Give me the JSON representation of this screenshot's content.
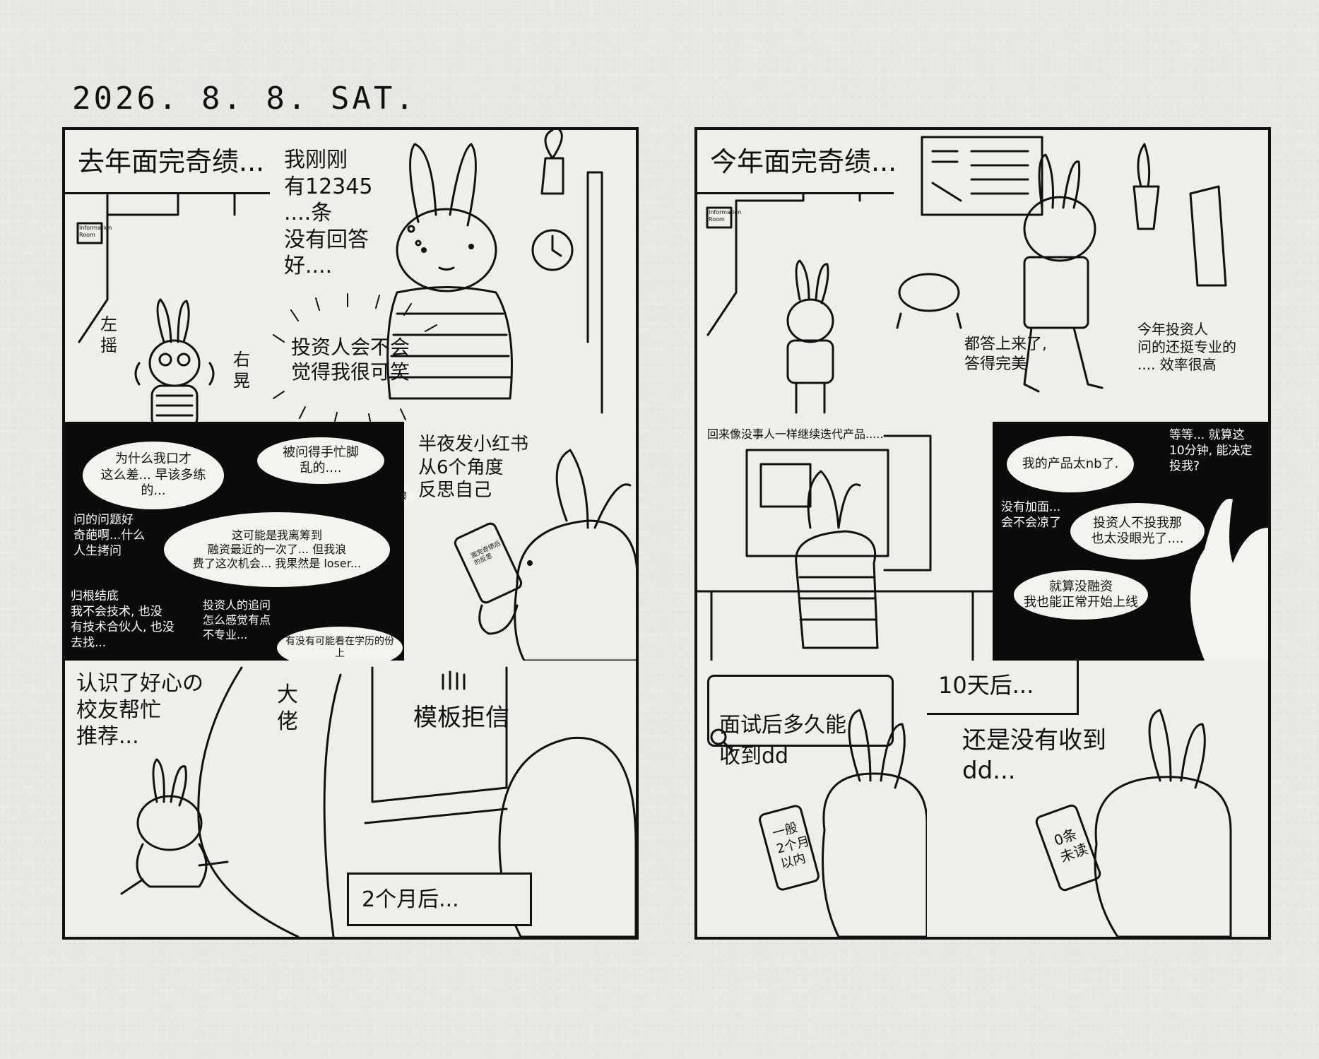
{
  "date": "2026. 8. 8. SAT.",
  "left_page": {
    "caption": "去年面完奇绩...",
    "room_sign": "Information Room",
    "shake_left": "左摇",
    "shake_right": "右晃",
    "rabbit_thought": "我刚刚\n有12345\n....条\n没有回答\n好....",
    "rabbit_fear": "投资人会不会\n觉得我很可笑",
    "bubbles": [
      "为什么我口才\n这么差... 早该多练\n的...",
      "被问得手忙脚\n乱的....",
      "这可能是我离筹到\n融资最近的一次了... 但我浪\n费了这次机会... 我果然是 loser...",
      "有没有可能看在学历的份上"
    ],
    "dark_texts": [
      "问的问题好\n奇葩啊...什么\n人生拷问",
      "归根结底\n我不会技术, 也没\n有技术合伙人, 也没\n去找...",
      "投资人的追问\n怎么感觉有点\n不专业...",
      "嘤嘤嘤"
    ],
    "night_text": "半夜发小红书\n从6个角度\n反思自己",
    "phone_text": "面完奇绩后\n的反思",
    "alumni_text": "认识了好心の\n校友帮忙\n推荐...",
    "big_shot": "大\n佬",
    "template_reject": "模板拒信",
    "two_months": "2个月后..."
  },
  "right_page": {
    "caption": "今年面完奇绩...",
    "room_sign": "Information Room",
    "answered": "都答上来了,\n答得完美",
    "investor_note": "今年投资人\n问的还挺专业的\n.... 效率很高",
    "iterate": "回来像没事人一样继续迭代产品.....",
    "bubbles": [
      "我的产品太nb了.",
      "投资人不投我那\n也太没眼光了....",
      "就算没融资\n我也能正常开始上线"
    ],
    "dark_texts": [
      "等等... 就算这\n10分钟, 能决定\n投我?",
      "没有加面...\n会不会凉了"
    ],
    "search_text": "面试后多久能\n收到dd",
    "phone_text": "一般\n2个月\n以内",
    "ten_days": "10天后...",
    "no_dd": "还是没有收到\ndd...",
    "phone2_text": "0条\n未读"
  }
}
